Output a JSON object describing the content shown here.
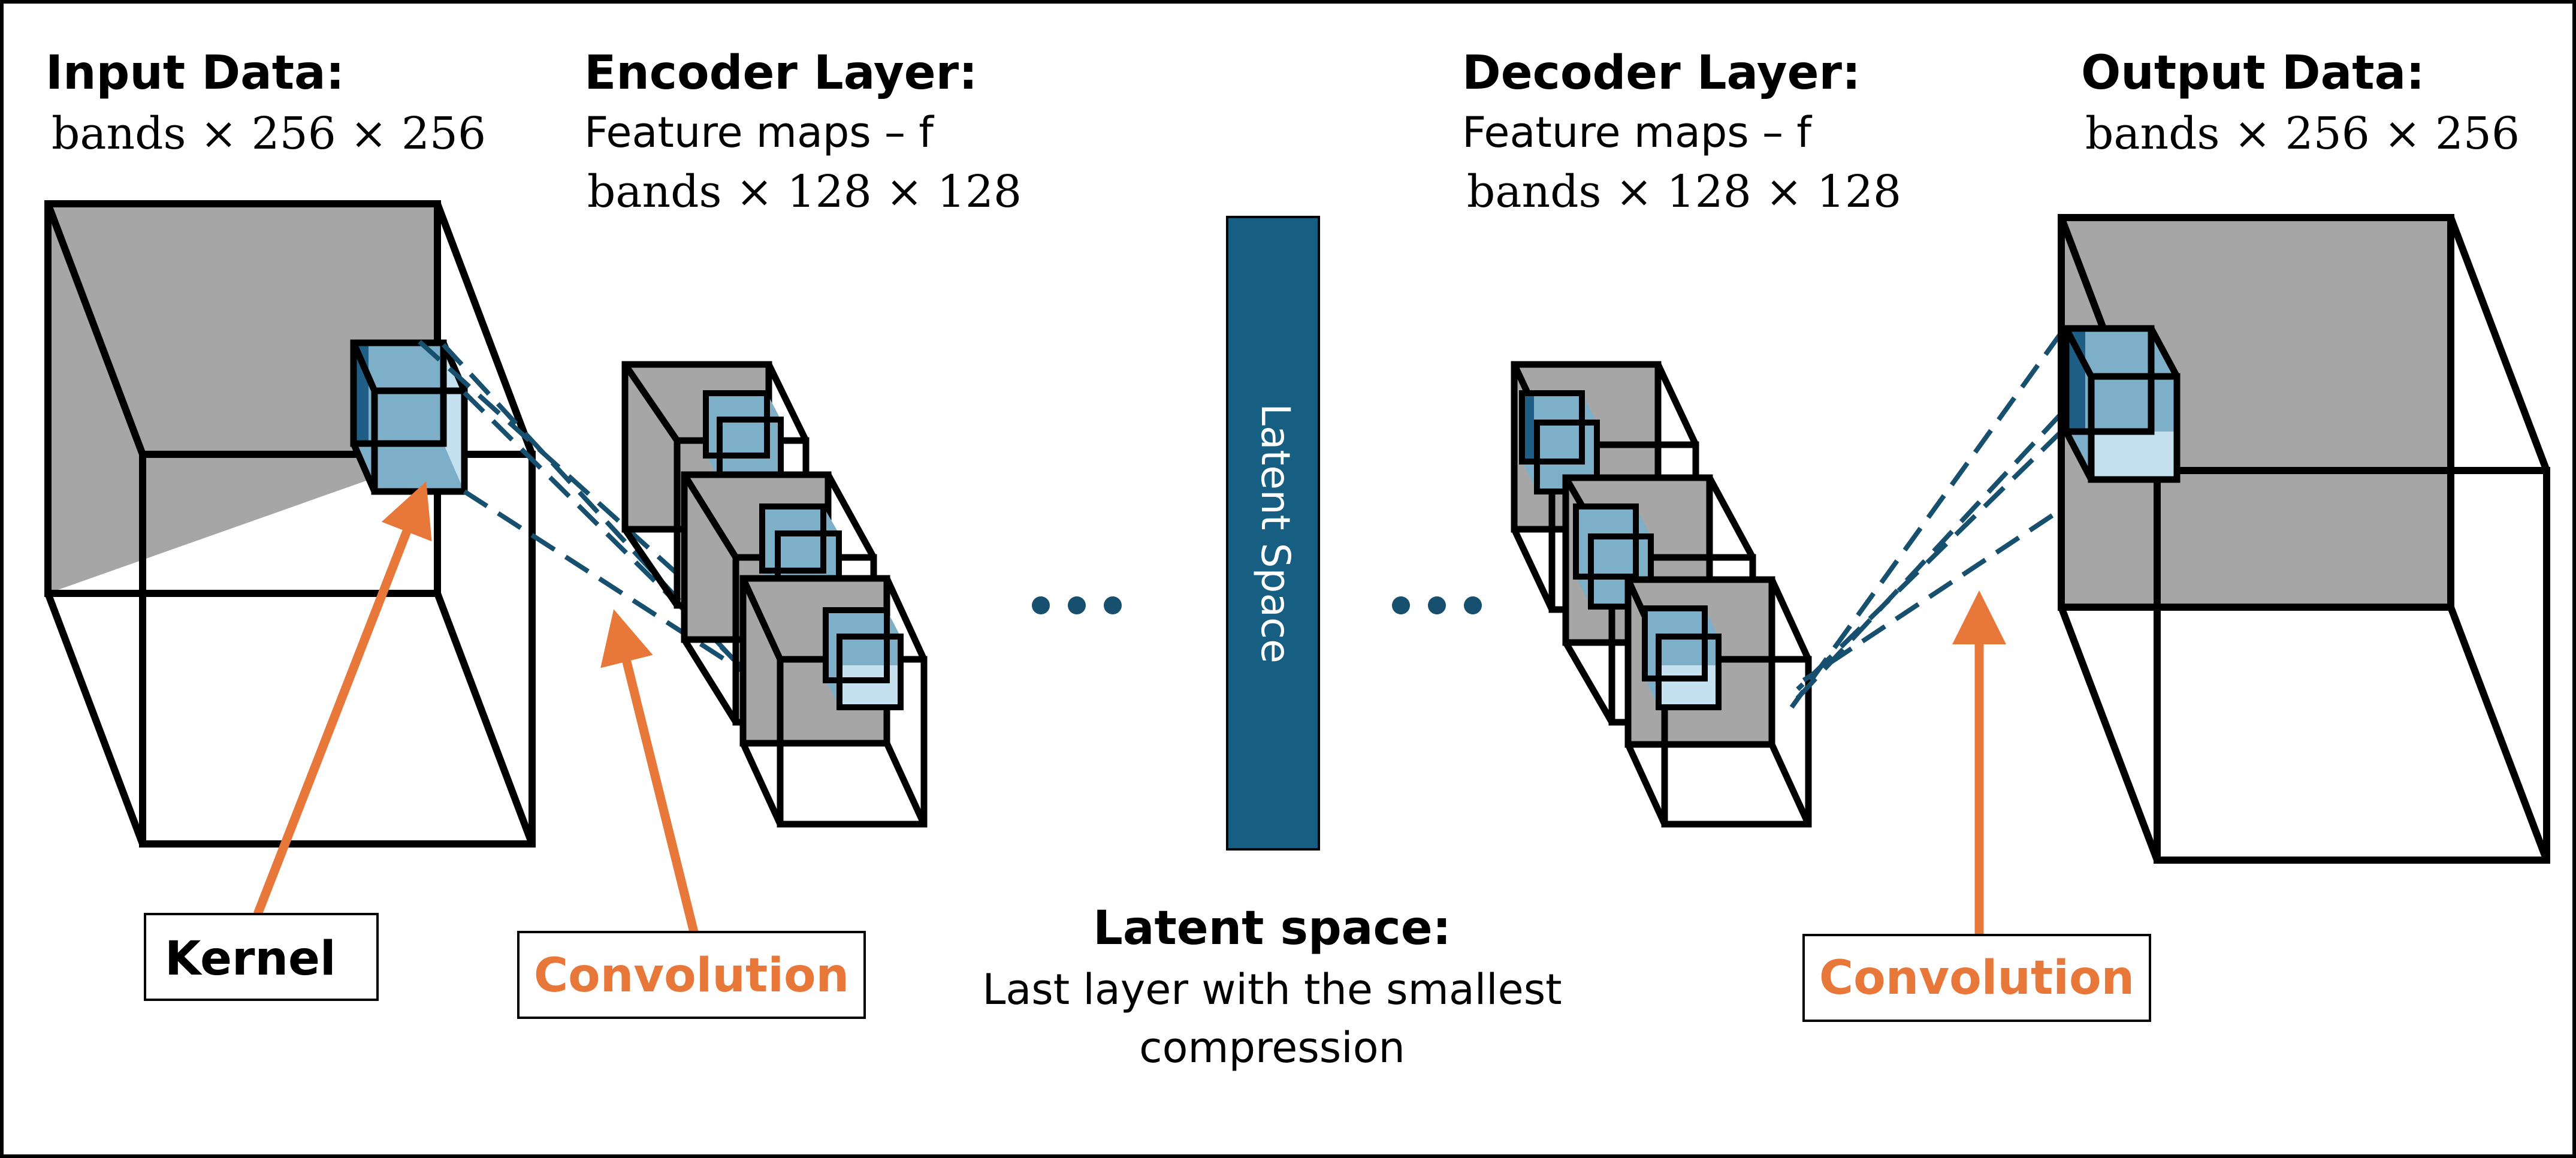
{
  "input": {
    "title": "Input Data:",
    "dims": "bands × 256 × 256"
  },
  "encoder": {
    "title": "Encoder Layer:",
    "line1": "Feature maps – f",
    "dims": "bands × 128 × 128"
  },
  "decoder": {
    "title": "Decoder Layer:",
    "line1": "Feature maps – f",
    "dims": "bands × 128 × 128"
  },
  "output": {
    "title": "Output Data:",
    "dims": "bands × 256 × 256"
  },
  "latent_bar": {
    "label": "Latent Space"
  },
  "latent": {
    "title": "Latent space:",
    "line1": "Last layer with the smallest",
    "line2": "compression"
  },
  "labels": {
    "kernel": "Kernel",
    "conv_left": "Convolution",
    "conv_right": "Convolution"
  },
  "colors": {
    "block_gray": "#A6A6A6",
    "kernel_blue": "#7EAFC8",
    "kernel_light": "#C5E0EF",
    "kernel_dark": "#1F5F86",
    "latent_bar": "#165F83",
    "dash_line": "#17506E",
    "arrow_orange": "#E8773A"
  }
}
